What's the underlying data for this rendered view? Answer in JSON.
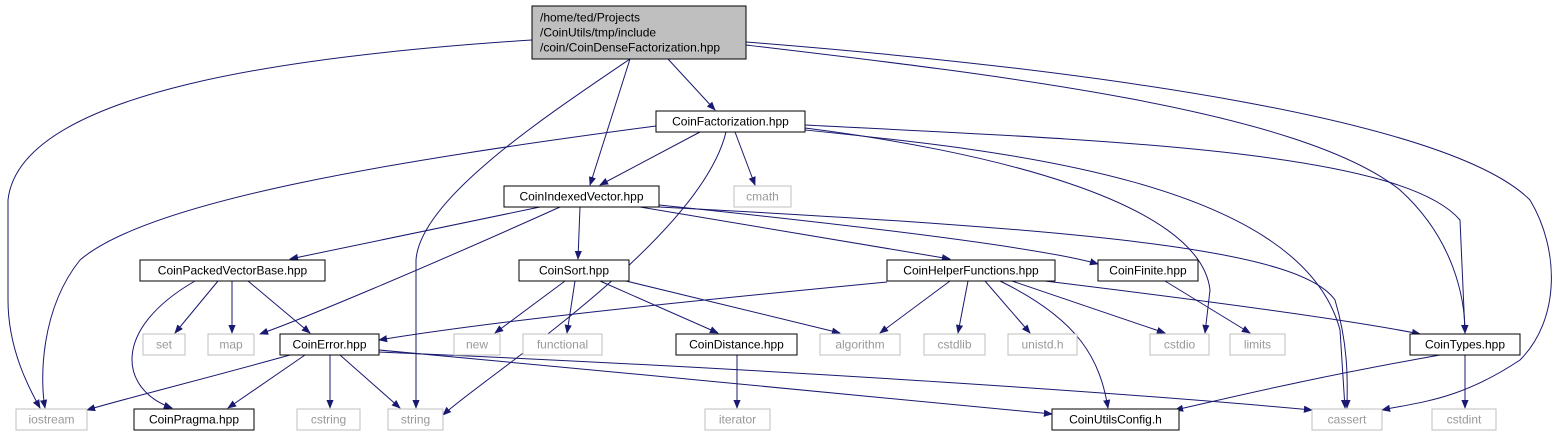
{
  "graph": {
    "nodes": [
      {
        "id": "root",
        "lines": [
          "/home/ted/Projects",
          "/CoinUtils/tmp/include",
          "/coin/CoinDenseFactorization.hpp"
        ],
        "kind": "root"
      },
      {
        "id": "coinfactorization",
        "lines": [
          "CoinFactorization.hpp"
        ],
        "kind": "header"
      },
      {
        "id": "coinindexedvector",
        "lines": [
          "CoinIndexedVector.hpp"
        ],
        "kind": "header"
      },
      {
        "id": "cmath",
        "lines": [
          "cmath"
        ],
        "kind": "system"
      },
      {
        "id": "coinpackedvectorbase",
        "lines": [
          "CoinPackedVectorBase.hpp"
        ],
        "kind": "header"
      },
      {
        "id": "coinsort",
        "lines": [
          "CoinSort.hpp"
        ],
        "kind": "header"
      },
      {
        "id": "coinhelperfunctions",
        "lines": [
          "CoinHelperFunctions.hpp"
        ],
        "kind": "header"
      },
      {
        "id": "coinfinite",
        "lines": [
          "CoinFinite.hpp"
        ],
        "kind": "header"
      },
      {
        "id": "set",
        "lines": [
          "set"
        ],
        "kind": "system"
      },
      {
        "id": "map",
        "lines": [
          "map"
        ],
        "kind": "system"
      },
      {
        "id": "coinerror",
        "lines": [
          "CoinError.hpp"
        ],
        "kind": "header"
      },
      {
        "id": "new",
        "lines": [
          "new"
        ],
        "kind": "system"
      },
      {
        "id": "functional",
        "lines": [
          "functional"
        ],
        "kind": "system"
      },
      {
        "id": "coindistance",
        "lines": [
          "CoinDistance.hpp"
        ],
        "kind": "header"
      },
      {
        "id": "algorithm",
        "lines": [
          "algorithm"
        ],
        "kind": "system"
      },
      {
        "id": "cstdlib",
        "lines": [
          "cstdlib"
        ],
        "kind": "system"
      },
      {
        "id": "unistd",
        "lines": [
          "unistd.h"
        ],
        "kind": "system"
      },
      {
        "id": "cstdio",
        "lines": [
          "cstdio"
        ],
        "kind": "system"
      },
      {
        "id": "limits",
        "lines": [
          "limits"
        ],
        "kind": "system"
      },
      {
        "id": "cointypes",
        "lines": [
          "CoinTypes.hpp"
        ],
        "kind": "header"
      },
      {
        "id": "iostream",
        "lines": [
          "iostream"
        ],
        "kind": "system"
      },
      {
        "id": "coinpragma",
        "lines": [
          "CoinPragma.hpp"
        ],
        "kind": "header"
      },
      {
        "id": "cstring",
        "lines": [
          "cstring"
        ],
        "kind": "system"
      },
      {
        "id": "string",
        "lines": [
          "string"
        ],
        "kind": "system"
      },
      {
        "id": "iterator",
        "lines": [
          "iterator"
        ],
        "kind": "system"
      },
      {
        "id": "coinutilsconfig",
        "lines": [
          "CoinUtilsConfig.h"
        ],
        "kind": "header"
      },
      {
        "id": "cassert",
        "lines": [
          "cassert"
        ],
        "kind": "system"
      },
      {
        "id": "cstdint",
        "lines": [
          "cstdint"
        ],
        "kind": "system"
      }
    ],
    "edges": [
      {
        "from": "root",
        "to": "iostream"
      },
      {
        "from": "root",
        "to": "string"
      },
      {
        "from": "root",
        "to": "coinindexedvector"
      },
      {
        "from": "root",
        "to": "coinfactorization"
      },
      {
        "from": "root",
        "to": "cointypes"
      },
      {
        "from": "root",
        "to": "cassert"
      },
      {
        "from": "coinfactorization",
        "to": "iostream"
      },
      {
        "from": "coinfactorization",
        "to": "coinindexedvector"
      },
      {
        "from": "coinfactorization",
        "to": "string"
      },
      {
        "from": "coinfactorization",
        "to": "cmath"
      },
      {
        "from": "coinfactorization",
        "to": "cstdio"
      },
      {
        "from": "coinfactorization",
        "to": "cassert"
      },
      {
        "from": "coinfactorization",
        "to": "cointypes"
      },
      {
        "from": "coinindexedvector",
        "to": "coinpackedvectorbase"
      },
      {
        "from": "coinindexedvector",
        "to": "map"
      },
      {
        "from": "coinindexedvector",
        "to": "coinsort"
      },
      {
        "from": "coinindexedvector",
        "to": "coinhelperfunctions"
      },
      {
        "from": "coinindexedvector",
        "to": "coinfinite"
      },
      {
        "from": "coinindexedvector",
        "to": "cassert"
      },
      {
        "from": "coinpackedvectorbase",
        "to": "set"
      },
      {
        "from": "coinpackedvectorbase",
        "to": "map"
      },
      {
        "from": "coinpackedvectorbase",
        "to": "coinerror"
      },
      {
        "from": "coinpackedvectorbase",
        "to": "coinpragma"
      },
      {
        "from": "coinsort",
        "to": "new"
      },
      {
        "from": "coinsort",
        "to": "functional"
      },
      {
        "from": "coinsort",
        "to": "coindistance"
      },
      {
        "from": "coinsort",
        "to": "algorithm"
      },
      {
        "from": "coinhelperfunctions",
        "to": "coinerror"
      },
      {
        "from": "coinhelperfunctions",
        "to": "algorithm"
      },
      {
        "from": "coinhelperfunctions",
        "to": "cstdlib"
      },
      {
        "from": "coinhelperfunctions",
        "to": "unistd"
      },
      {
        "from": "coinhelperfunctions",
        "to": "cstdio"
      },
      {
        "from": "coinhelperfunctions",
        "to": "coinutilsconfig"
      },
      {
        "from": "coinhelperfunctions",
        "to": "cointypes"
      },
      {
        "from": "coinfinite",
        "to": "limits"
      },
      {
        "from": "coinerror",
        "to": "iostream"
      },
      {
        "from": "coinerror",
        "to": "coinpragma"
      },
      {
        "from": "coinerror",
        "to": "cstring"
      },
      {
        "from": "coinerror",
        "to": "string"
      },
      {
        "from": "coinerror",
        "to": "cassert"
      },
      {
        "from": "coinerror",
        "to": "coinutilsconfig"
      },
      {
        "from": "coindistance",
        "to": "iterator"
      },
      {
        "from": "cointypes",
        "to": "coinutilsconfig"
      },
      {
        "from": "cointypes",
        "to": "cstdint"
      }
    ]
  },
  "colors": {
    "edge": "#191970",
    "root_fill": "#bfbfbf",
    "root_stroke": "#000000",
    "header_fill": "#ffffff",
    "header_stroke": "#000000",
    "system_fill": "#ffffff",
    "system_stroke": "#bfbfbf",
    "header_text": "#000000",
    "system_text": "#999999"
  }
}
